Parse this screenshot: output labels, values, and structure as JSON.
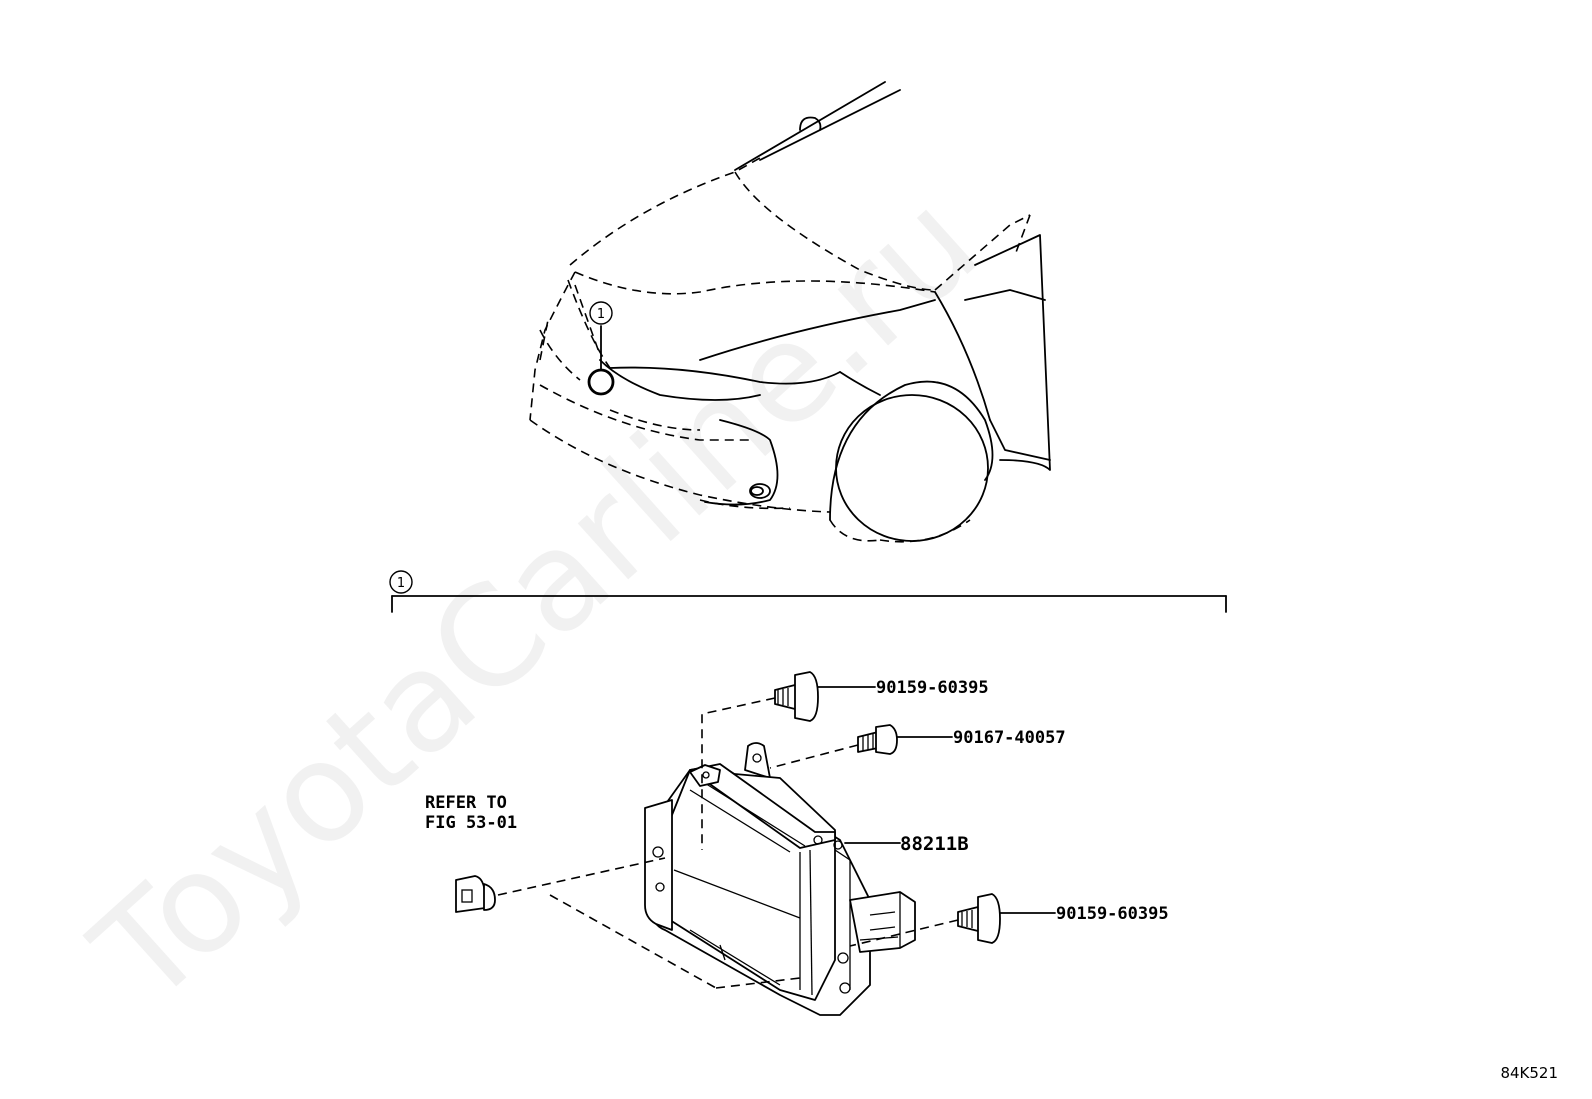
{
  "diagram": {
    "callout_number": "1",
    "parts": {
      "bolt_top": "90159-60395",
      "screw": "90167-40057",
      "sensor": "88211B",
      "bolt_right": "90159-60395"
    },
    "reference_line1": "REFER TO",
    "reference_line2": "FIG 53-01",
    "figure_code": "84K521",
    "watermark": "ToyotaCarline.ru"
  }
}
